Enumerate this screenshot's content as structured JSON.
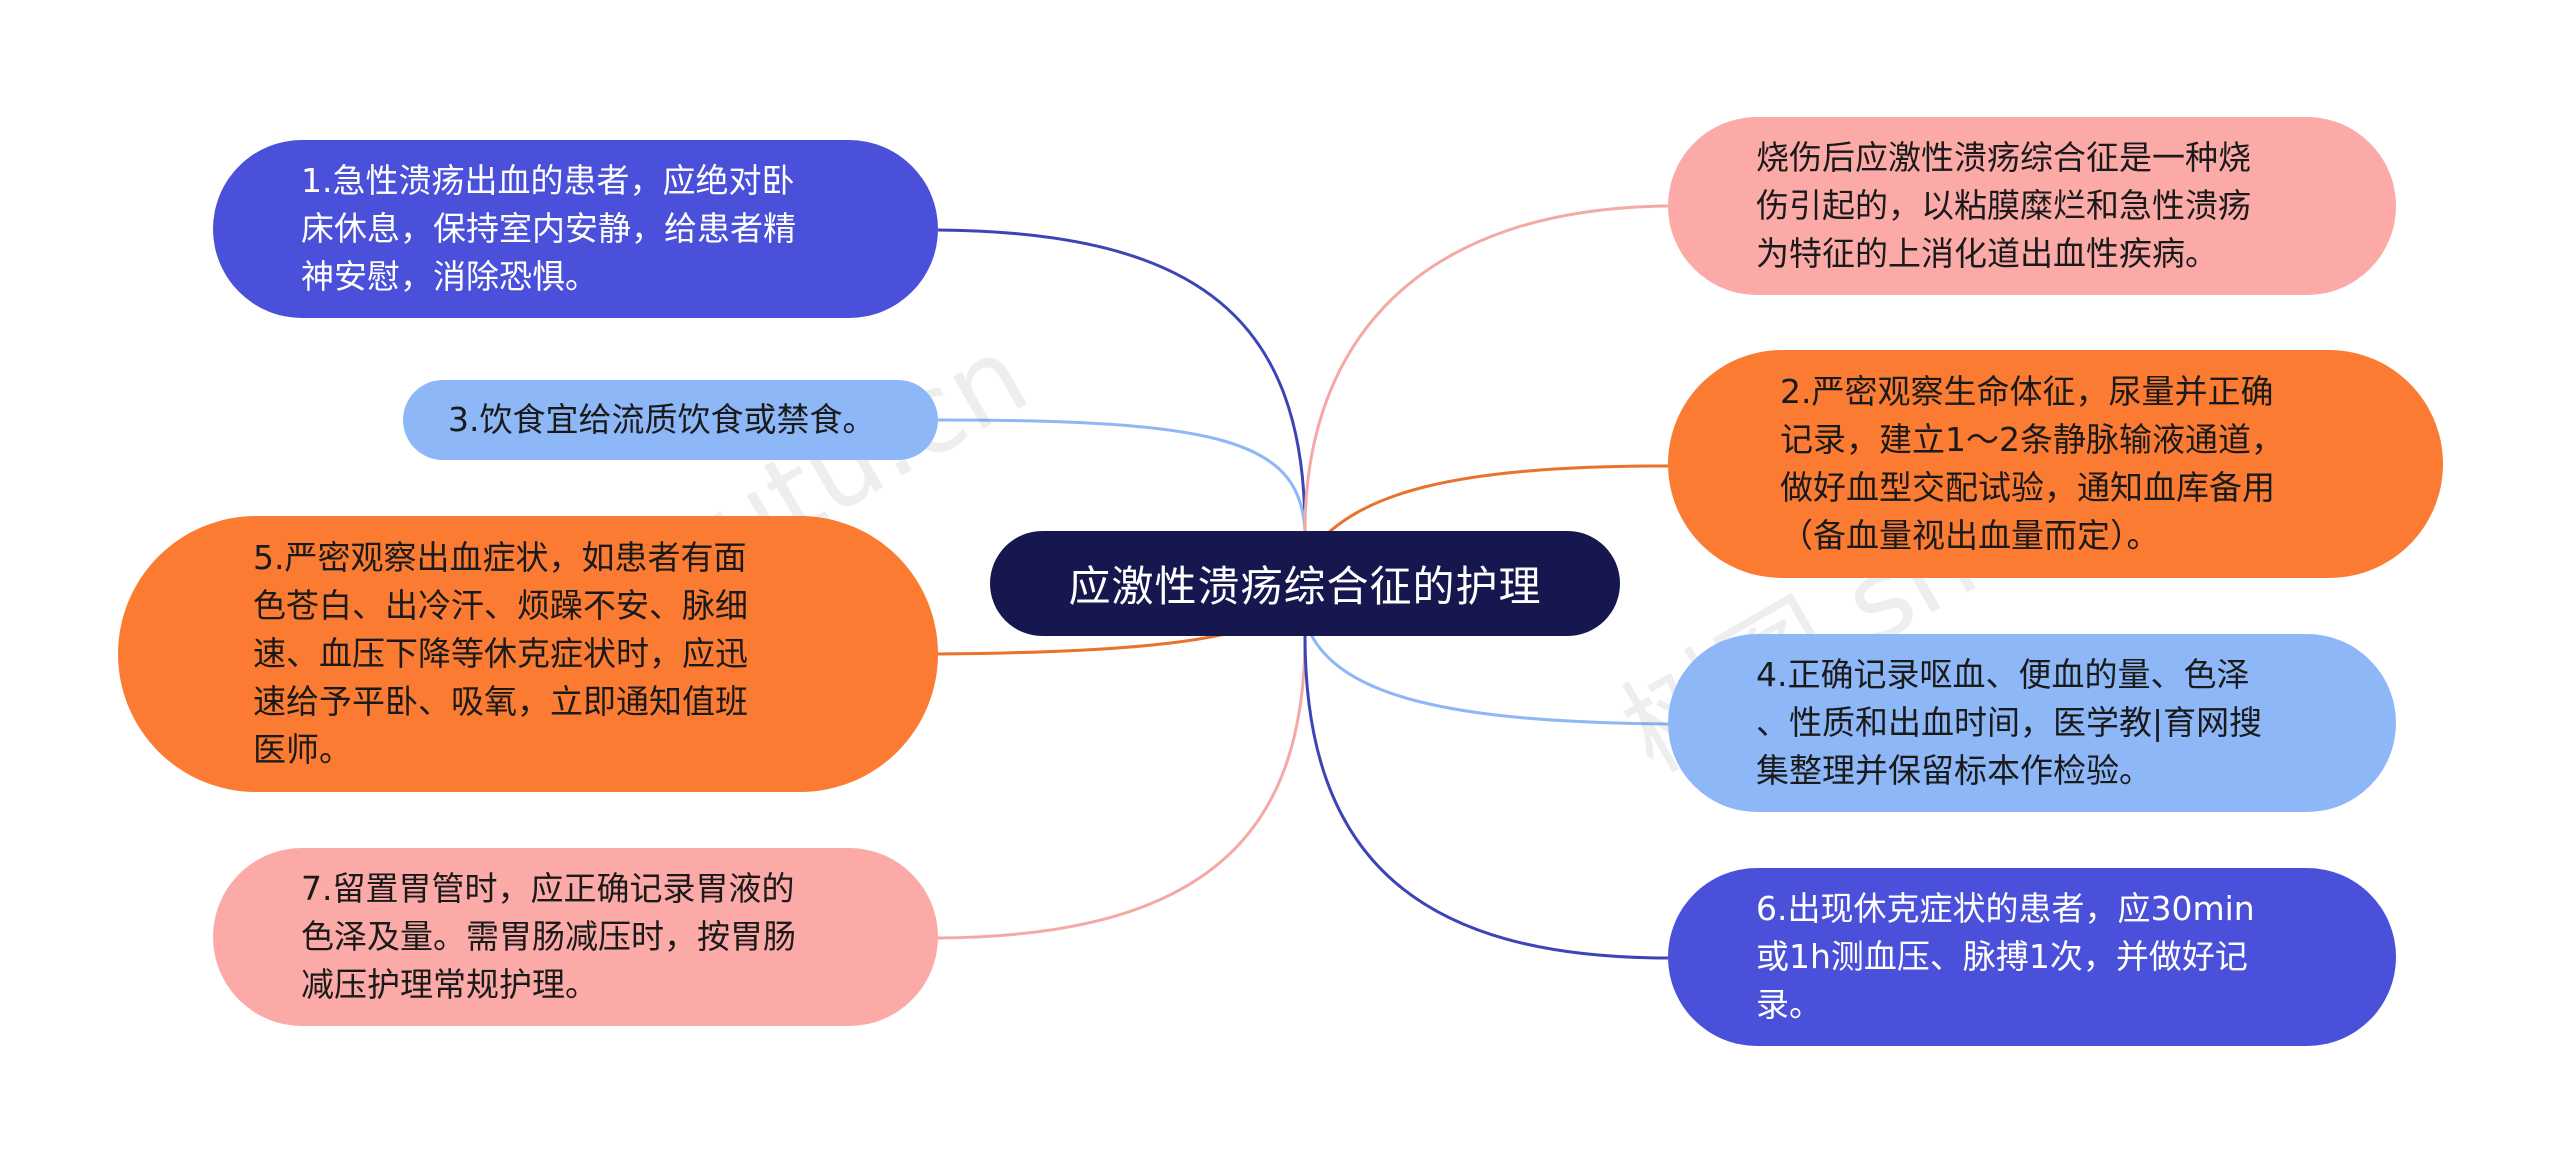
{
  "center": {
    "title": "应激性溃疡综合征的护理"
  },
  "nodes": {
    "n1": {
      "lines": [
        "1.急性溃疡出血的患者，应绝对卧",
        "床休息，保持室内安静，给患者精",
        "神安慰，消除恐惧。"
      ],
      "color": "#4a50d9"
    },
    "n3": {
      "lines": [
        "3.饮食宜给流质饮食或禁食。"
      ],
      "color": "#8db7f7"
    },
    "n5": {
      "lines": [
        "5.严密观察出血症状，如患者有面",
        "色苍白、出冷汗、烦躁不安、脉细",
        "速、血压下降等休克症状时，应迅",
        "速给予平卧、吸氧，立即通知值班",
        "医师。"
      ],
      "color": "#fb7b33"
    },
    "n7": {
      "lines": [
        "7.留置胃管时，应正确记录胃液的",
        "色泽及量。需胃肠减压时，按胃肠",
        "减压护理常规护理。"
      ],
      "color": "#fbaaa8"
    },
    "r0": {
      "lines": [
        "烧伤后应激性溃疡综合征是一种烧",
        "伤引起的，以粘膜糜烂和急性溃疡",
        "为特征的上消化道出血性疾病。"
      ],
      "color": "#fbaaa8"
    },
    "n2": {
      "lines": [
        "2.严密观察生命体征，尿量并正确",
        "记录，建立1～2条静脉输液通道，",
        "做好血型交配试验，通知血库备用",
        "（备血量视出血量而定）。"
      ],
      "color": "#fb7b33"
    },
    "n4": {
      "lines": [
        "4.正确记录呕血、便血的量、色泽",
        "、性质和出血时间，医学教|育网搜",
        "集整理并保留标本作检验。"
      ],
      "color": "#8db7f7"
    },
    "n6": {
      "lines": [
        "6.出现休克症状的患者，应30min",
        "或1h测血压、脉搏1次，并做好记",
        "录。"
      ],
      "color": "#4a50d9"
    }
  },
  "watermarks": [
    "树图 shutu.cn",
    "树图 shutu.cn"
  ]
}
